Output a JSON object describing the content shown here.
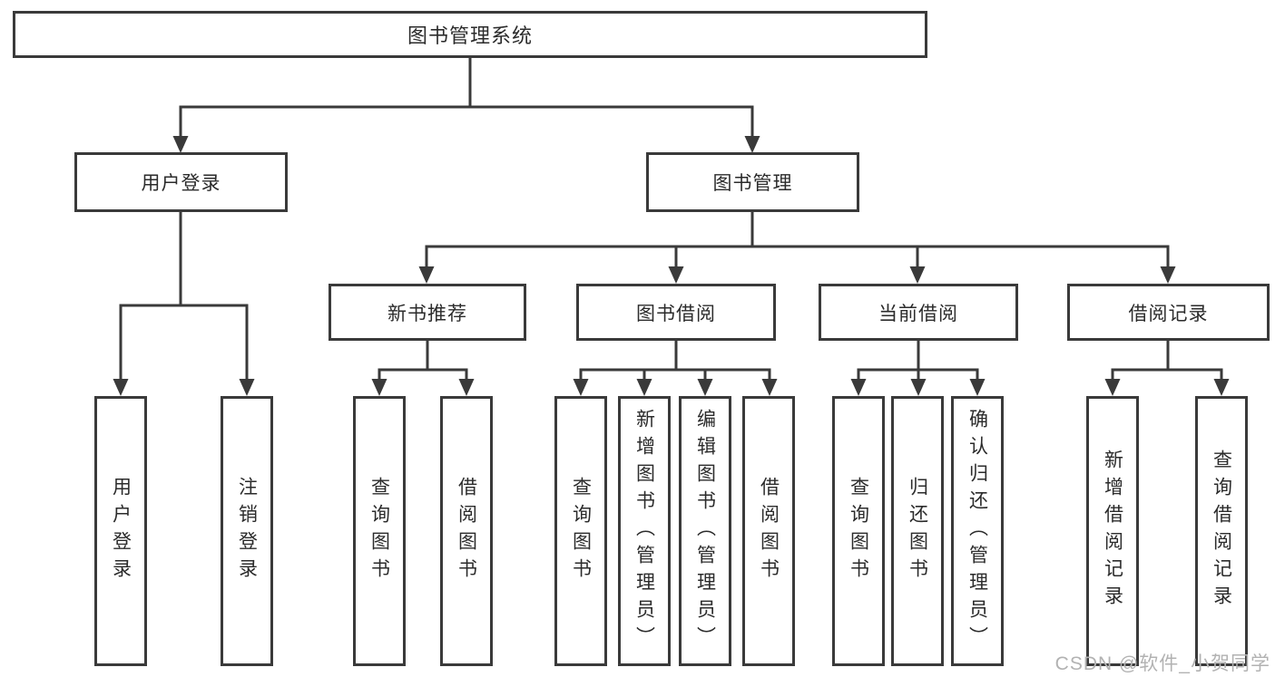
{
  "diagram": {
    "root": {
      "label": "图书管理系统"
    },
    "branches": [
      {
        "label": "用户登录",
        "children": [
          {
            "label": "用户登录"
          },
          {
            "label": "注销登录"
          }
        ]
      },
      {
        "label": "图书管理",
        "children": [
          {
            "label": "新书推荐",
            "children": [
              {
                "label": "查询图书"
              },
              {
                "label": "借阅图书"
              }
            ]
          },
          {
            "label": "图书借阅",
            "children": [
              {
                "label": "查询图书"
              },
              {
                "label": "新增图书（管理员）"
              },
              {
                "label": "编辑图书（管理员）"
              },
              {
                "label": "借阅图书"
              }
            ]
          },
          {
            "label": "当前借阅",
            "children": [
              {
                "label": "查询图书"
              },
              {
                "label": "归还图书"
              },
              {
                "label": "确认归还（管理员）"
              }
            ]
          },
          {
            "label": "借阅记录",
            "children": [
              {
                "label": "新增借阅记录"
              },
              {
                "label": "查询借阅记录"
              }
            ]
          }
        ]
      }
    ]
  },
  "watermark": "CSDN @软件_小贺同学",
  "colors": {
    "line": "#3a3a3a",
    "text": "#2b2b2b",
    "watermark": "#b2b2b2",
    "background": "#ffffff"
  }
}
